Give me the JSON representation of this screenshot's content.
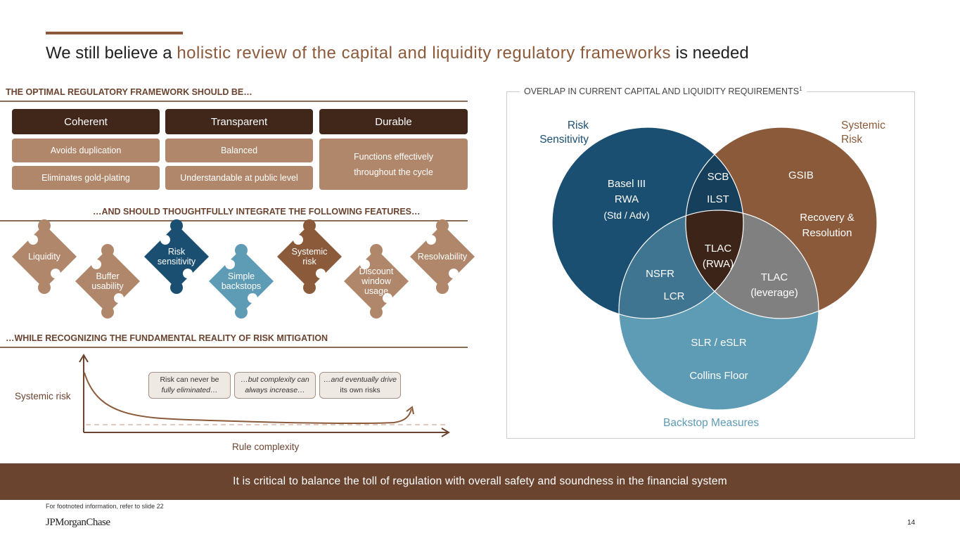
{
  "title": {
    "pre": "We still believe a ",
    "highlight": "holistic review of the capital and liquidity regulatory frameworks",
    "post": " is needed"
  },
  "section1": "THE OPTIMAL REGULATORY FRAMEWORK SHOULD BE…",
  "columns": [
    {
      "header": "Coherent",
      "items": [
        "Avoids duplication",
        "Eliminates gold-plating"
      ]
    },
    {
      "header": "Transparent",
      "items": [
        "Balanced",
        "Understandable at public level"
      ]
    },
    {
      "header": "Durable",
      "items": [
        "Functions effectively throughout the cycle"
      ]
    }
  ],
  "section2": "…AND SHOULD THOUGHTFULLY INTEGRATE THE FOLLOWING FEATURES…",
  "features": [
    "Liquidity",
    "Buffer usability",
    "Risk sensitivity",
    "Simple backstops",
    "Systemic risk",
    "Discount window usage",
    "Resolvability"
  ],
  "section3": "…WHILE RECOGNIZING THE FUNDAMENTAL REALITY OF RISK MITIGATION",
  "risk_chart": {
    "ylabel": "Systemic risk",
    "xlabel": "Rule complexity",
    "callouts": [
      {
        "a": "Risk can never be",
        "b": "fully eliminated…"
      },
      {
        "a": "…but complexity can",
        "b": "always increase…"
      },
      {
        "a": "…and eventually drive",
        "b": "its own risks"
      }
    ]
  },
  "venn": {
    "title": "OVERLAP IN CURRENT CAPITAL AND LIQUIDITY REQUIREMENTS",
    "sup": "1",
    "labels": {
      "risk": "Risk Sensitivity",
      "systemic": "Systemic Risk",
      "backstop": "Backstop Measures"
    },
    "basel": [
      "Basel III",
      "RWA",
      "(Std / Adv)"
    ],
    "gsib": "GSIB",
    "recovery": [
      "Recovery &",
      "Resolution"
    ],
    "scb": "SCB",
    "ilst": "ILST",
    "tlac_rwa": [
      "TLAC",
      "(RWA)"
    ],
    "nsfr": "NSFR",
    "lcr": "LCR",
    "tlac_lev": [
      "TLAC",
      "(leverage)"
    ],
    "slr": "SLR / eSLR",
    "collins": "Collins Floor",
    "colors": {
      "blue": "#1b4f72",
      "brown": "#8b5a3a",
      "light": "#5e9bb5"
    }
  },
  "banner": "It is critical to balance the toll of regulation with overall safety and soundness in the financial system",
  "footnote": "For footnoted information, refer to slide 22",
  "logo": "JPMorganChase",
  "page": "14"
}
